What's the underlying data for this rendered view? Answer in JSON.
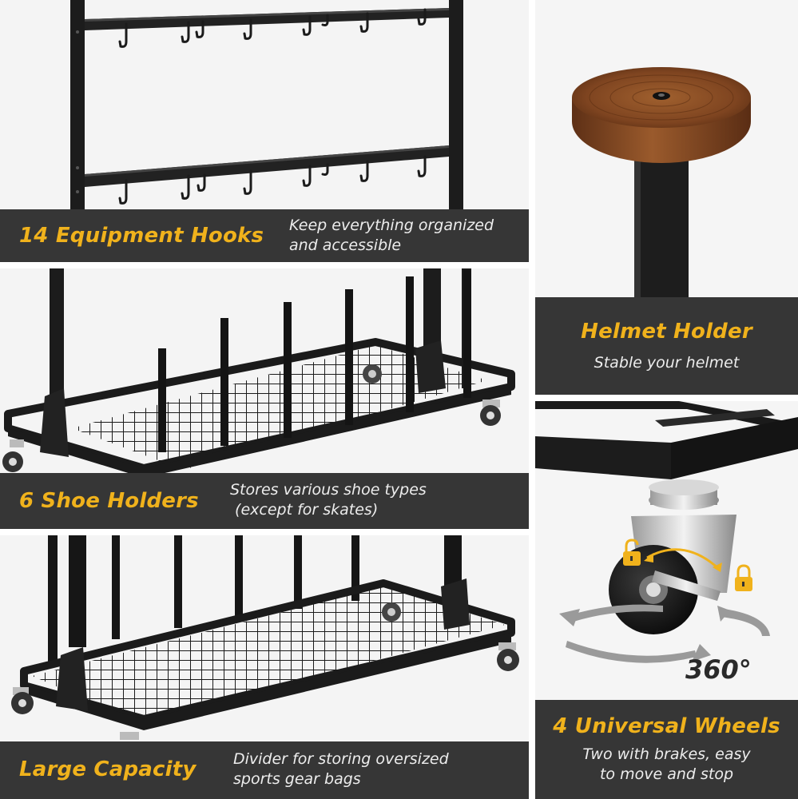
{
  "colors": {
    "accent": "#f0b21c",
    "band_background": "#363636",
    "frame": "#1c1c1c",
    "wood": "#8a4a22"
  },
  "panels": {
    "hooks": {
      "title": "14 Equipment Hooks",
      "desc_line1": "Keep everything organized",
      "desc_line2": "and accessible"
    },
    "helmet": {
      "title": "Helmet Holder",
      "desc": "Stable your helmet"
    },
    "shoes": {
      "title": "6 Shoe Holders",
      "desc_line1": "Stores various shoe types",
      "desc_line2": " (except for skates)"
    },
    "wheels": {
      "rotation_label": "360°",
      "title": "4 Universal Wheels",
      "desc_line1": "Two with brakes, easy",
      "desc_line2": "to move and stop",
      "icons": [
        "unlock-icon",
        "lock-icon",
        "rotate-arrow-icon"
      ]
    },
    "capacity": {
      "title": "Large Capacity",
      "desc_line1": "Divider for storing oversized",
      "desc_line2": "sports gear bags"
    }
  }
}
